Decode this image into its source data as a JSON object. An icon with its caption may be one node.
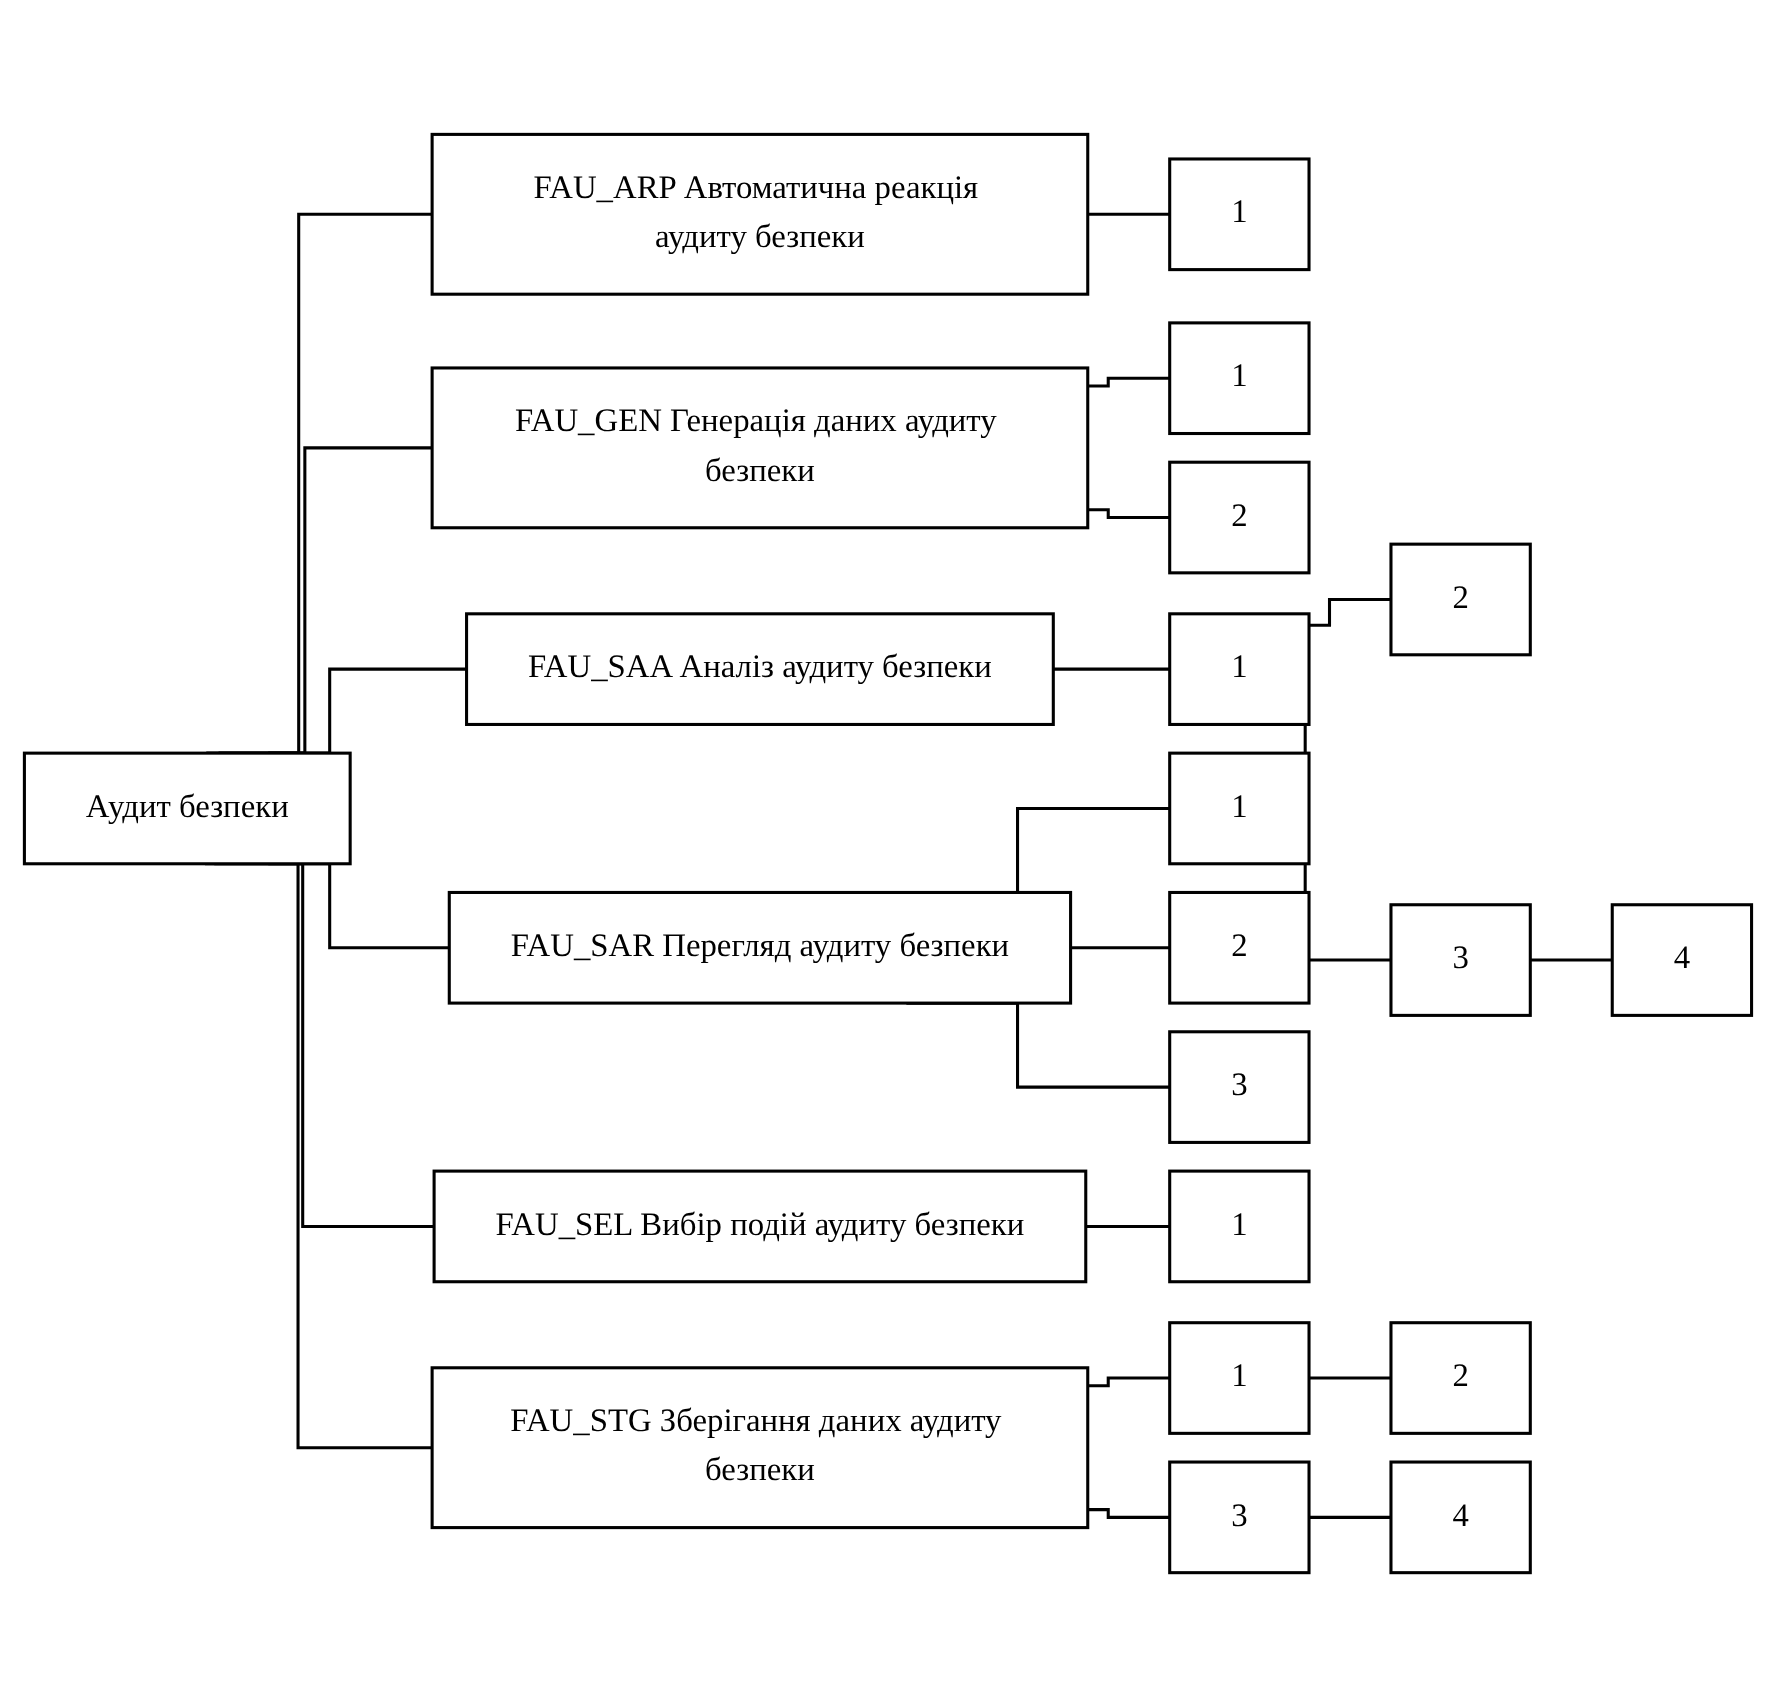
{
  "diagram": {
    "nodes": [
      {
        "text": [
          "Аудит безпеки"
        ]
      },
      {
        "text": [
          "FAU_ARP Автоматична реакція аудиту безпеки"
        ]
      },
      {
        "text": [
          "1"
        ]
      },
      {
        "text": [
          "FAU_GEN Генерація даних аудиту безпеки"
        ]
      },
      {
        "text": [
          "1"
        ]
      },
      {
        "text": [
          "2"
        ]
      },
      {
        "text": [
          "FAU_SAA Аналіз аудиту безпеки"
        ]
      },
      {
        "text": [
          "1"
        ]
      },
      {
        "text": [
          "2"
        ]
      },
      {
        "text": [
          "3"
        ]
      },
      {
        "text": [
          "4"
        ]
      },
      {
        "text": [
          "FAU_SAR Перегляд аудиту безпеки"
        ]
      },
      {
        "text": [
          "1"
        ]
      },
      {
        "text": [
          "2"
        ]
      },
      {
        "text": [
          "3"
        ]
      },
      {
        "text": [
          "FAU_SEL Вибір подій аудиту безпеки"
        ]
      },
      {
        "text": [
          "1"
        ]
      },
      {
        "text": [
          "FAU_STG Зберігання даних аудиту безпеки"
        ]
      },
      {
        "text": [
          "1"
        ]
      },
      {
        "text": [
          "2"
        ]
      },
      {
        "text": [
          "3"
        ]
      },
      {
        "text": [
          "4"
        ]
      }
    ],
    "edges": [
      {
        "from": 0,
        "to": 1,
        "arrow": "none"
      },
      {
        "from": 0,
        "to": 3,
        "arrow": "none"
      },
      {
        "from": 0,
        "to": 6,
        "arrow": "none"
      },
      {
        "from": 0,
        "to": 11,
        "arrow": "none"
      },
      {
        "from": 0,
        "to": 15,
        "arrow": "none"
      },
      {
        "from": 0,
        "to": 17,
        "arrow": "none"
      },
      {
        "from": 1,
        "to": 2,
        "arrow": "none"
      },
      {
        "from": 3,
        "to": 4,
        "arrow": "none"
      },
      {
        "from": 3,
        "to": 5,
        "arrow": "none"
      },
      {
        "from": 6,
        "to": 7,
        "arrow": "none"
      },
      {
        "from": 7,
        "to": 8,
        "arrow": "none"
      },
      {
        "from": 7,
        "to": 9,
        "arrow": "none"
      },
      {
        "from": 9,
        "to": 10,
        "arrow": "none"
      },
      {
        "from": 11,
        "to": 12,
        "arrow": "none"
      },
      {
        "from": 11,
        "to": 13,
        "arrow": "none"
      },
      {
        "from": 11,
        "to": 14,
        "arrow": "none"
      },
      {
        "from": 15,
        "to": 16,
        "arrow": "none"
      },
      {
        "from": 17,
        "to": 18,
        "arrow": "none"
      },
      {
        "from": 18,
        "to": 19,
        "arrow": "none"
      },
      {
        "from": 17,
        "to": 20,
        "arrow": "none"
      },
      {
        "from": 20,
        "to": 21,
        "arrow": "none"
      }
    ]
  }
}
